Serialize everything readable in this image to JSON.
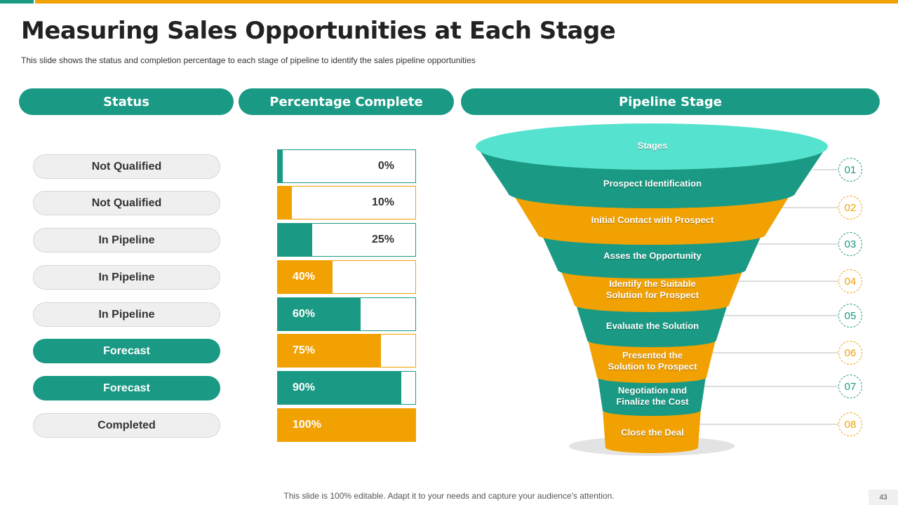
{
  "title": "Measuring Sales Opportunities at Each Stage",
  "subtitle": "This slide shows the status and completion percentage to each stage of pipeline to identify the sales pipeline opportunities",
  "headers": {
    "status": "Status",
    "percentage": "Percentage Complete",
    "pipeline": "Pipeline Stage"
  },
  "rows": [
    {
      "status": "Not Qualified",
      "percent": 0,
      "percent_label": "0%",
      "bar_color": "teal"
    },
    {
      "status": "Not Qualified",
      "percent": 10,
      "percent_label": "10%",
      "bar_color": "orange"
    },
    {
      "status": "In Pipeline",
      "percent": 25,
      "percent_label": "25%",
      "bar_color": "teal"
    },
    {
      "status": "In Pipeline",
      "percent": 40,
      "percent_label": "40%",
      "bar_color": "orange"
    },
    {
      "status": "In Pipeline",
      "percent": 60,
      "percent_label": "60%",
      "bar_color": "teal"
    },
    {
      "status": "Forecast",
      "percent": 75,
      "percent_label": "75%",
      "bar_color": "orange"
    },
    {
      "status": "Forecast",
      "percent": 90,
      "percent_label": "90%",
      "bar_color": "teal"
    },
    {
      "status": "Completed",
      "percent": 100,
      "percent_label": "100%",
      "bar_color": "orange"
    }
  ],
  "funnel": {
    "top_label": "Stages",
    "stages": [
      {
        "number": "01",
        "label": "Prospect Identification"
      },
      {
        "number": "02",
        "label": "Initial Contact with Prospect"
      },
      {
        "number": "03",
        "label": "Asses the Opportunity"
      },
      {
        "number": "04",
        "label": "Identify the Suitable\nSolution for Prospect"
      },
      {
        "number": "05",
        "label": "Evaluate the Solution"
      },
      {
        "number": "06",
        "label": "Presented the\nSolution to Prospect"
      },
      {
        "number": "07",
        "label": "Negotiation and\nFinalize the Cost"
      },
      {
        "number": "08",
        "label": "Close the Deal"
      }
    ]
  },
  "colors": {
    "teal": "#1a9a84",
    "orange": "#f2a102",
    "light_teal": "#55e3cf"
  },
  "footer": "This slide is 100% editable. Adapt it to your needs and capture your audience's attention.",
  "slide_number": "43"
}
